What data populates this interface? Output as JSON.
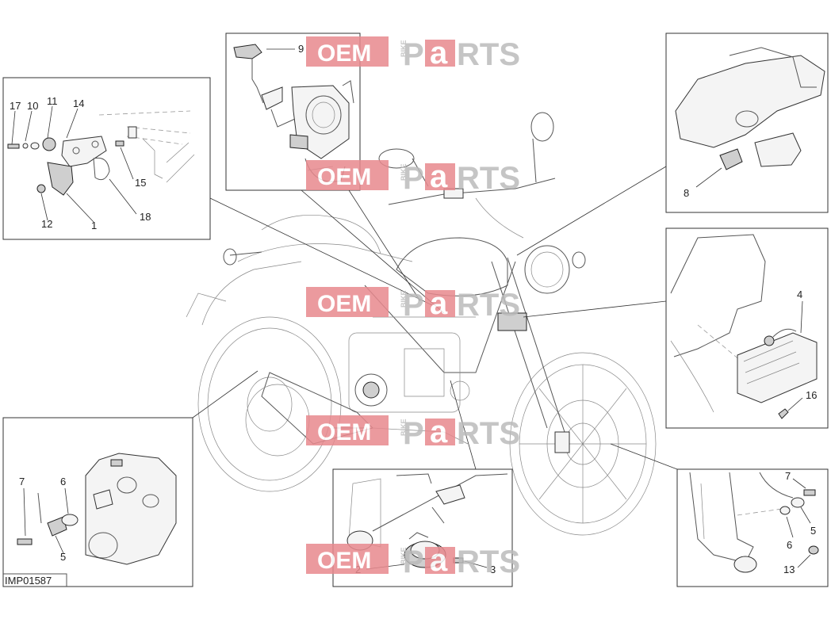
{
  "drawing_ref": "IMP01587",
  "watermark": {
    "oem": "OEM",
    "bike": "BIKE",
    "p": "P",
    "a": "a",
    "rts": "RTS"
  },
  "callouts": {
    "sensor_top_left": [
      "17",
      "10",
      "11",
      "14",
      "15",
      "18",
      "12",
      "1"
    ],
    "throttle_body": [
      "9"
    ],
    "steering_head": [
      "8"
    ],
    "regulator": [
      "4",
      "16"
    ],
    "rear_caliper": [
      "7",
      "6",
      "5"
    ],
    "horn": [
      "2",
      "3"
    ],
    "front_fork": [
      "7",
      "5",
      "6",
      "13"
    ]
  }
}
